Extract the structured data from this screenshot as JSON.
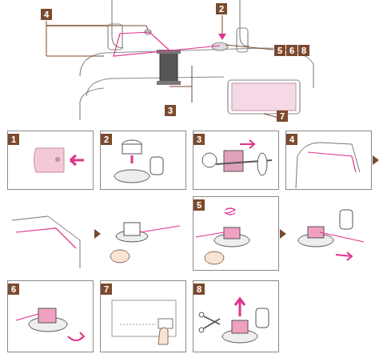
{
  "diagram": {
    "nodes": [
      {
        "text": [
          "1"
        ]
      },
      {
        "text": [
          "2"
        ]
      },
      {
        "text": [
          "3"
        ]
      },
      {
        "text": [
          "4"
        ]
      },
      {
        "text": [
          "5"
        ]
      },
      {
        "text": [
          "6"
        ]
      },
      {
        "text": [
          "7"
        ]
      },
      {
        "text": [
          "8"
        ]
      }
    ],
    "labels": [
      "4",
      "2",
      "5",
      "6",
      "8",
      "3",
      "7"
    ]
  }
}
